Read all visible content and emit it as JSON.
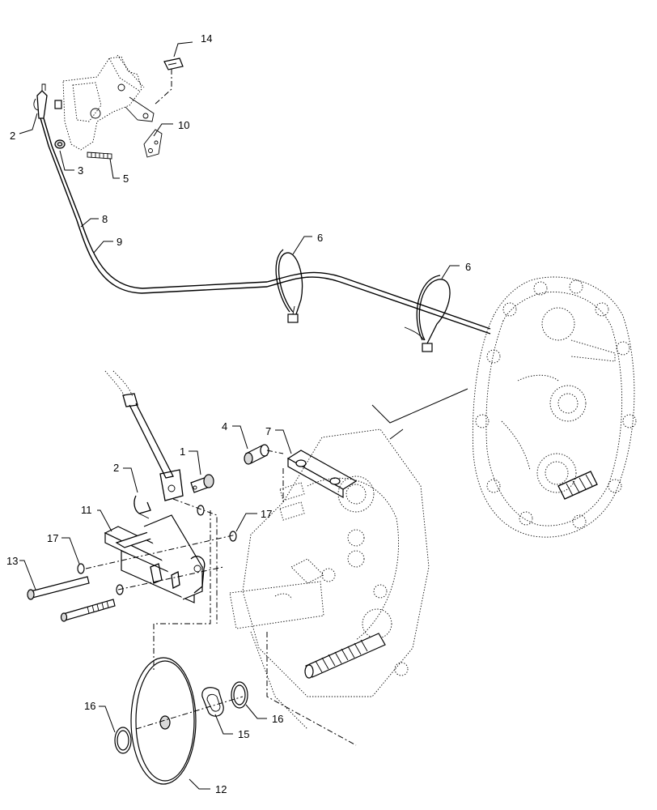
{
  "callouts": {
    "c1": "1",
    "c2a": "2",
    "c2b": "2",
    "c3": "3",
    "c4": "4",
    "c5": "5",
    "c6a": "6",
    "c6b": "6",
    "c7": "7",
    "c8": "8",
    "c9": "9",
    "c10": "10",
    "c11": "11",
    "c12": "12",
    "c13": "13",
    "c14": "14",
    "c15": "15",
    "c16a": "16",
    "c16b": "16",
    "c17a": "17",
    "c17b": "17"
  }
}
